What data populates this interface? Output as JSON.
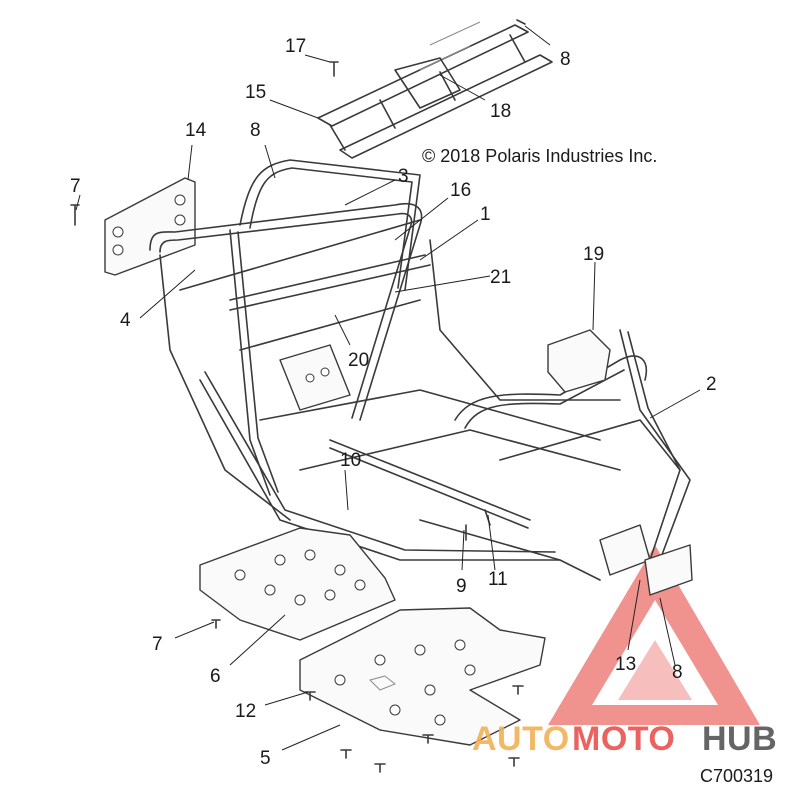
{
  "copyright": "© 2018 Polaris Industries Inc.",
  "diagram_code": "C700319",
  "watermark": {
    "part1": "AUTO",
    "part2": "MOTO",
    "part3": "HUB",
    "color_red": "#e8534f",
    "color_orange": "#f2b155",
    "color_gray": "#555555"
  },
  "callouts": [
    "17",
    "8",
    "15",
    "18",
    "14",
    "8",
    "3",
    "16",
    "1",
    "7",
    "4",
    "21",
    "19",
    "20",
    "2",
    "10",
    "9",
    "11",
    "7",
    "6",
    "13",
    "8",
    "12",
    "5"
  ]
}
